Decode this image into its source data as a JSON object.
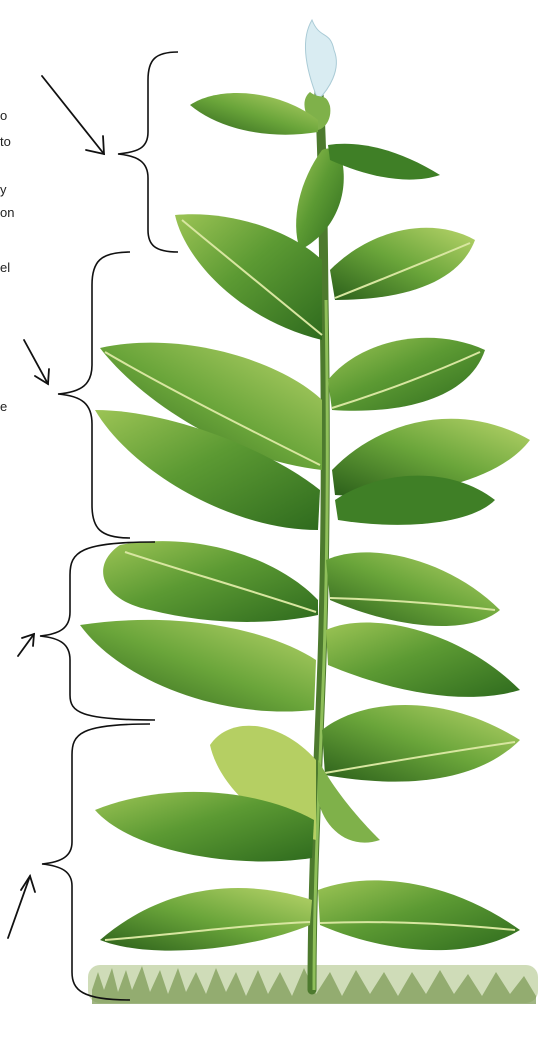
{
  "text_fragments": [
    "o",
    "to",
    "y",
    "on",
    "el",
    "e"
  ],
  "colors": {
    "ink": "#111111",
    "stem": "#4d7a2e",
    "leaf_dark": "#2f6b1e",
    "leaf_mid": "#5c9a33",
    "leaf_light": "#9cc455",
    "vein": "#d8e6a0",
    "flower": "#d9ecf2",
    "ground": "#8ea76a"
  }
}
